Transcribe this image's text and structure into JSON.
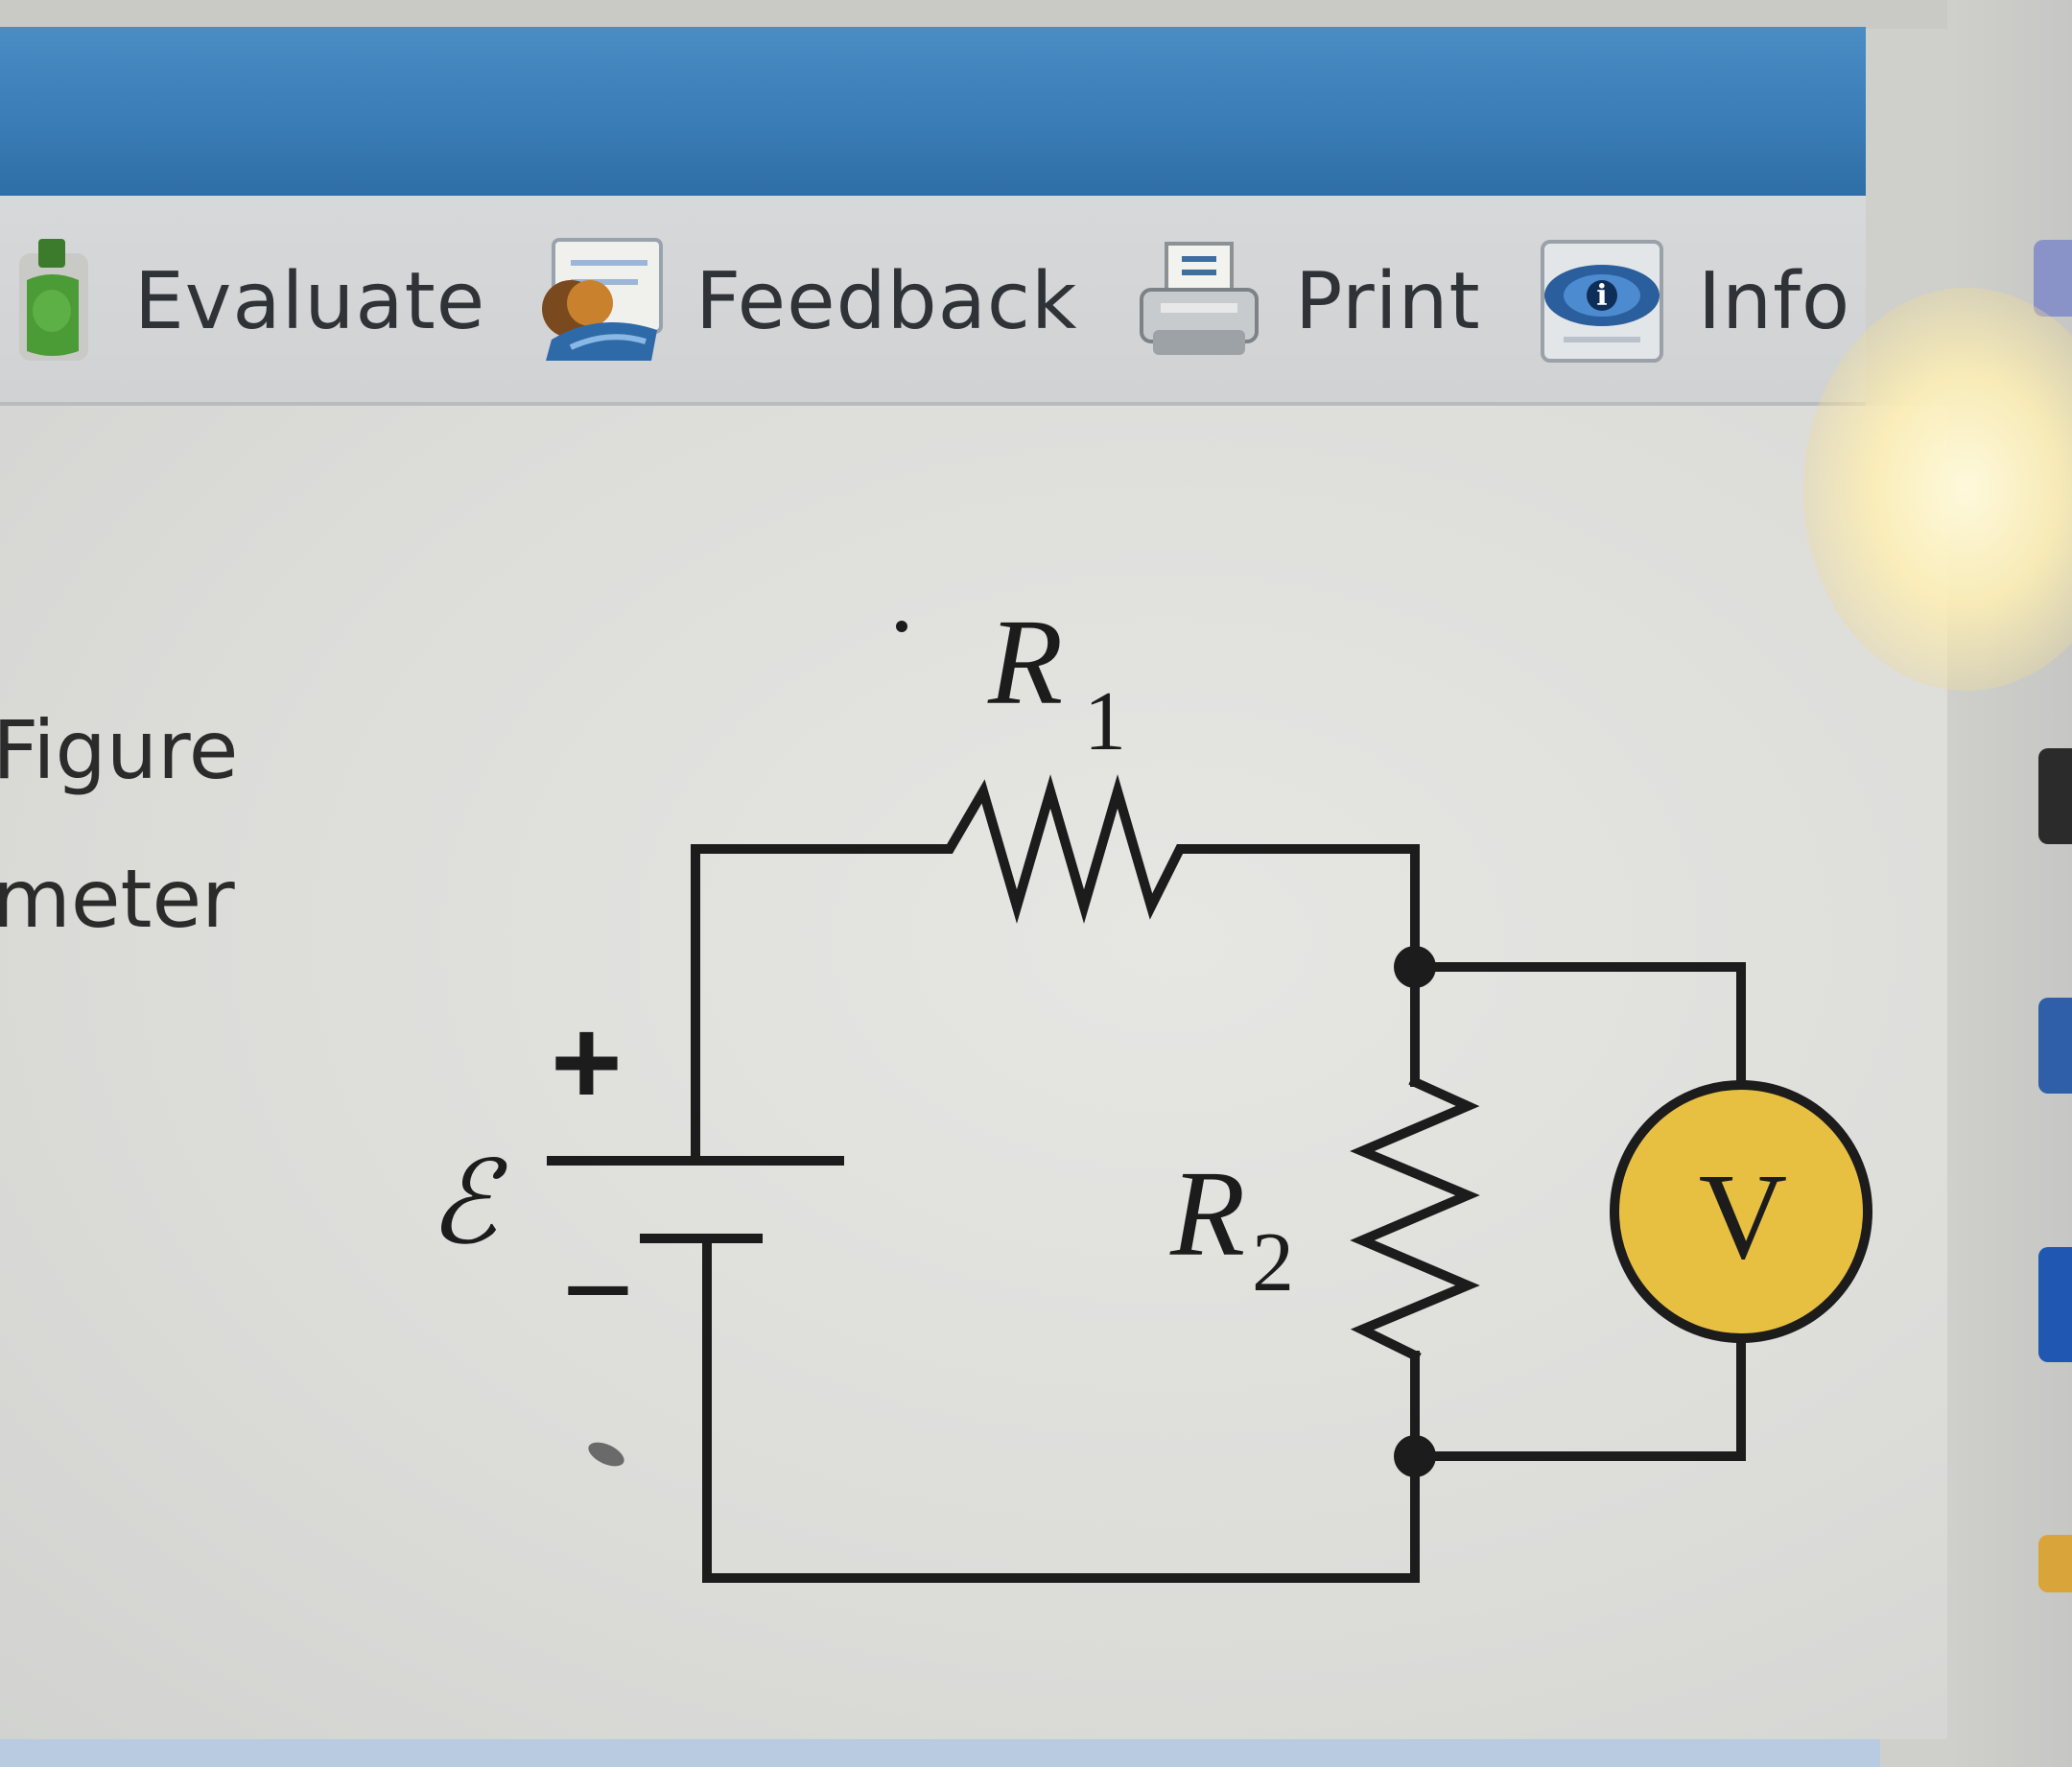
{
  "toolbar": {
    "buttons": [
      {
        "label": "Evaluate",
        "icon": "bottle-icon"
      },
      {
        "label": "Feedback",
        "icon": "feedback-icon"
      },
      {
        "label": "Print",
        "icon": "printer-icon"
      },
      {
        "label": "Info",
        "icon": "eye-info-icon"
      }
    ]
  },
  "content": {
    "partial_text": [
      "Figure",
      "meter"
    ]
  },
  "circuit": {
    "r1_symbol": "R",
    "r1_subscript": "1",
    "r2_symbol": "R",
    "r2_subscript": "2",
    "emf_symbol": "ℰ",
    "plus": "+",
    "minus": "−",
    "voltmeter": "V",
    "voltmeter_color": "#e7bf41"
  }
}
